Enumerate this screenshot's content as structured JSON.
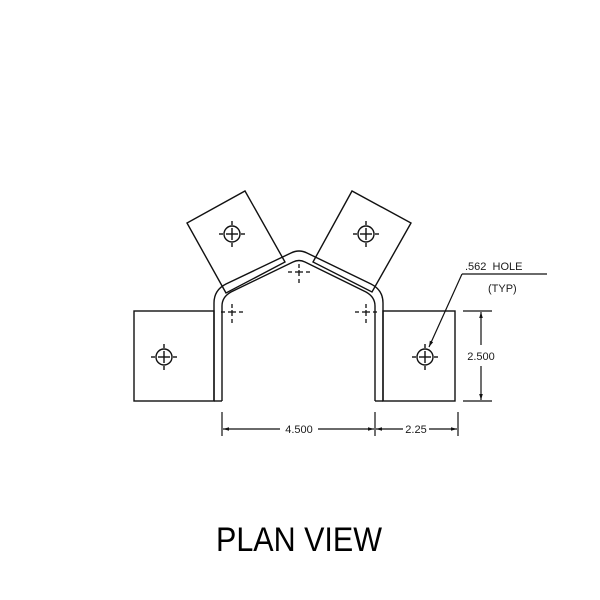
{
  "drawing": {
    "title": "PLAN VIEW",
    "line_color": "#111111",
    "background": "#ffffff"
  },
  "dimensions": {
    "inner_width": "4.500",
    "flange_width": "2.25",
    "flange_height": "2.500"
  },
  "notes": {
    "hole_callout": ".562  HOLE",
    "hole_qualifier": "(TYP)"
  },
  "parts": {
    "tabs": [
      "left-flange",
      "left-angled-tab",
      "right-angled-tab",
      "right-flange"
    ],
    "hole_count": 4
  }
}
